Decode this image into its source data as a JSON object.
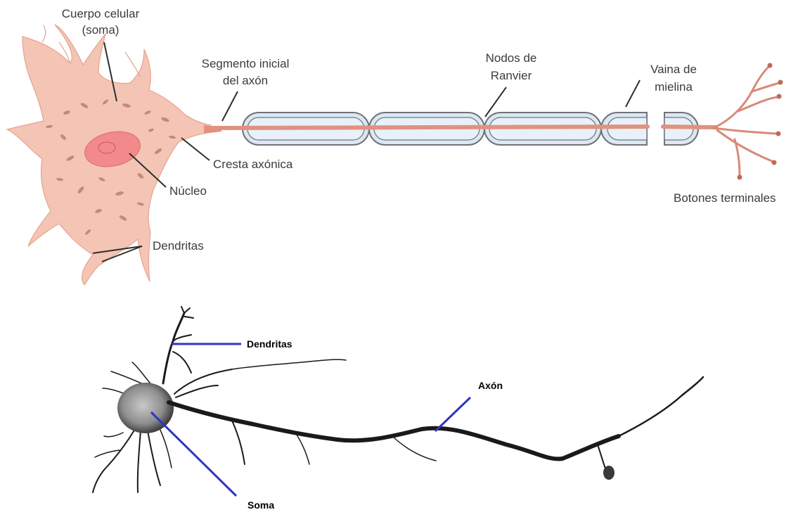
{
  "illustrated_neuron": {
    "labels": {
      "cuerpo_celular_l1": "Cuerpo celular",
      "cuerpo_celular_l2": "(soma)",
      "segmento_inicial_l1": "Segmento inicial",
      "segmento_inicial_l2": "del axón",
      "nodos_l1": "Nodos de",
      "nodos_l2": "Ranvier",
      "vaina_l1": "Vaina de",
      "vaina_l2": "mielina",
      "cresta": "Cresta axónica",
      "nucleo": "Núcleo",
      "dendritas": "Dendritas",
      "botones": "Botones terminales"
    },
    "colors": {
      "cell": "#f4c5b5",
      "cell_outline": "#e9a792",
      "cell_spots": "#b87563",
      "nucleus": "#f2898a",
      "axon": "#e0927f",
      "myelin_fill": "#dbe8f4",
      "myelin_outline": "#6f7378",
      "label_line": "#2e2e2e"
    }
  },
  "micrograph_neuron": {
    "labels": {
      "dendritas": "Dendritas",
      "axon": "Axón",
      "soma": "Soma"
    },
    "colors": {
      "ink": "#1a1a1a",
      "pointer_line": "#3035c2"
    }
  }
}
